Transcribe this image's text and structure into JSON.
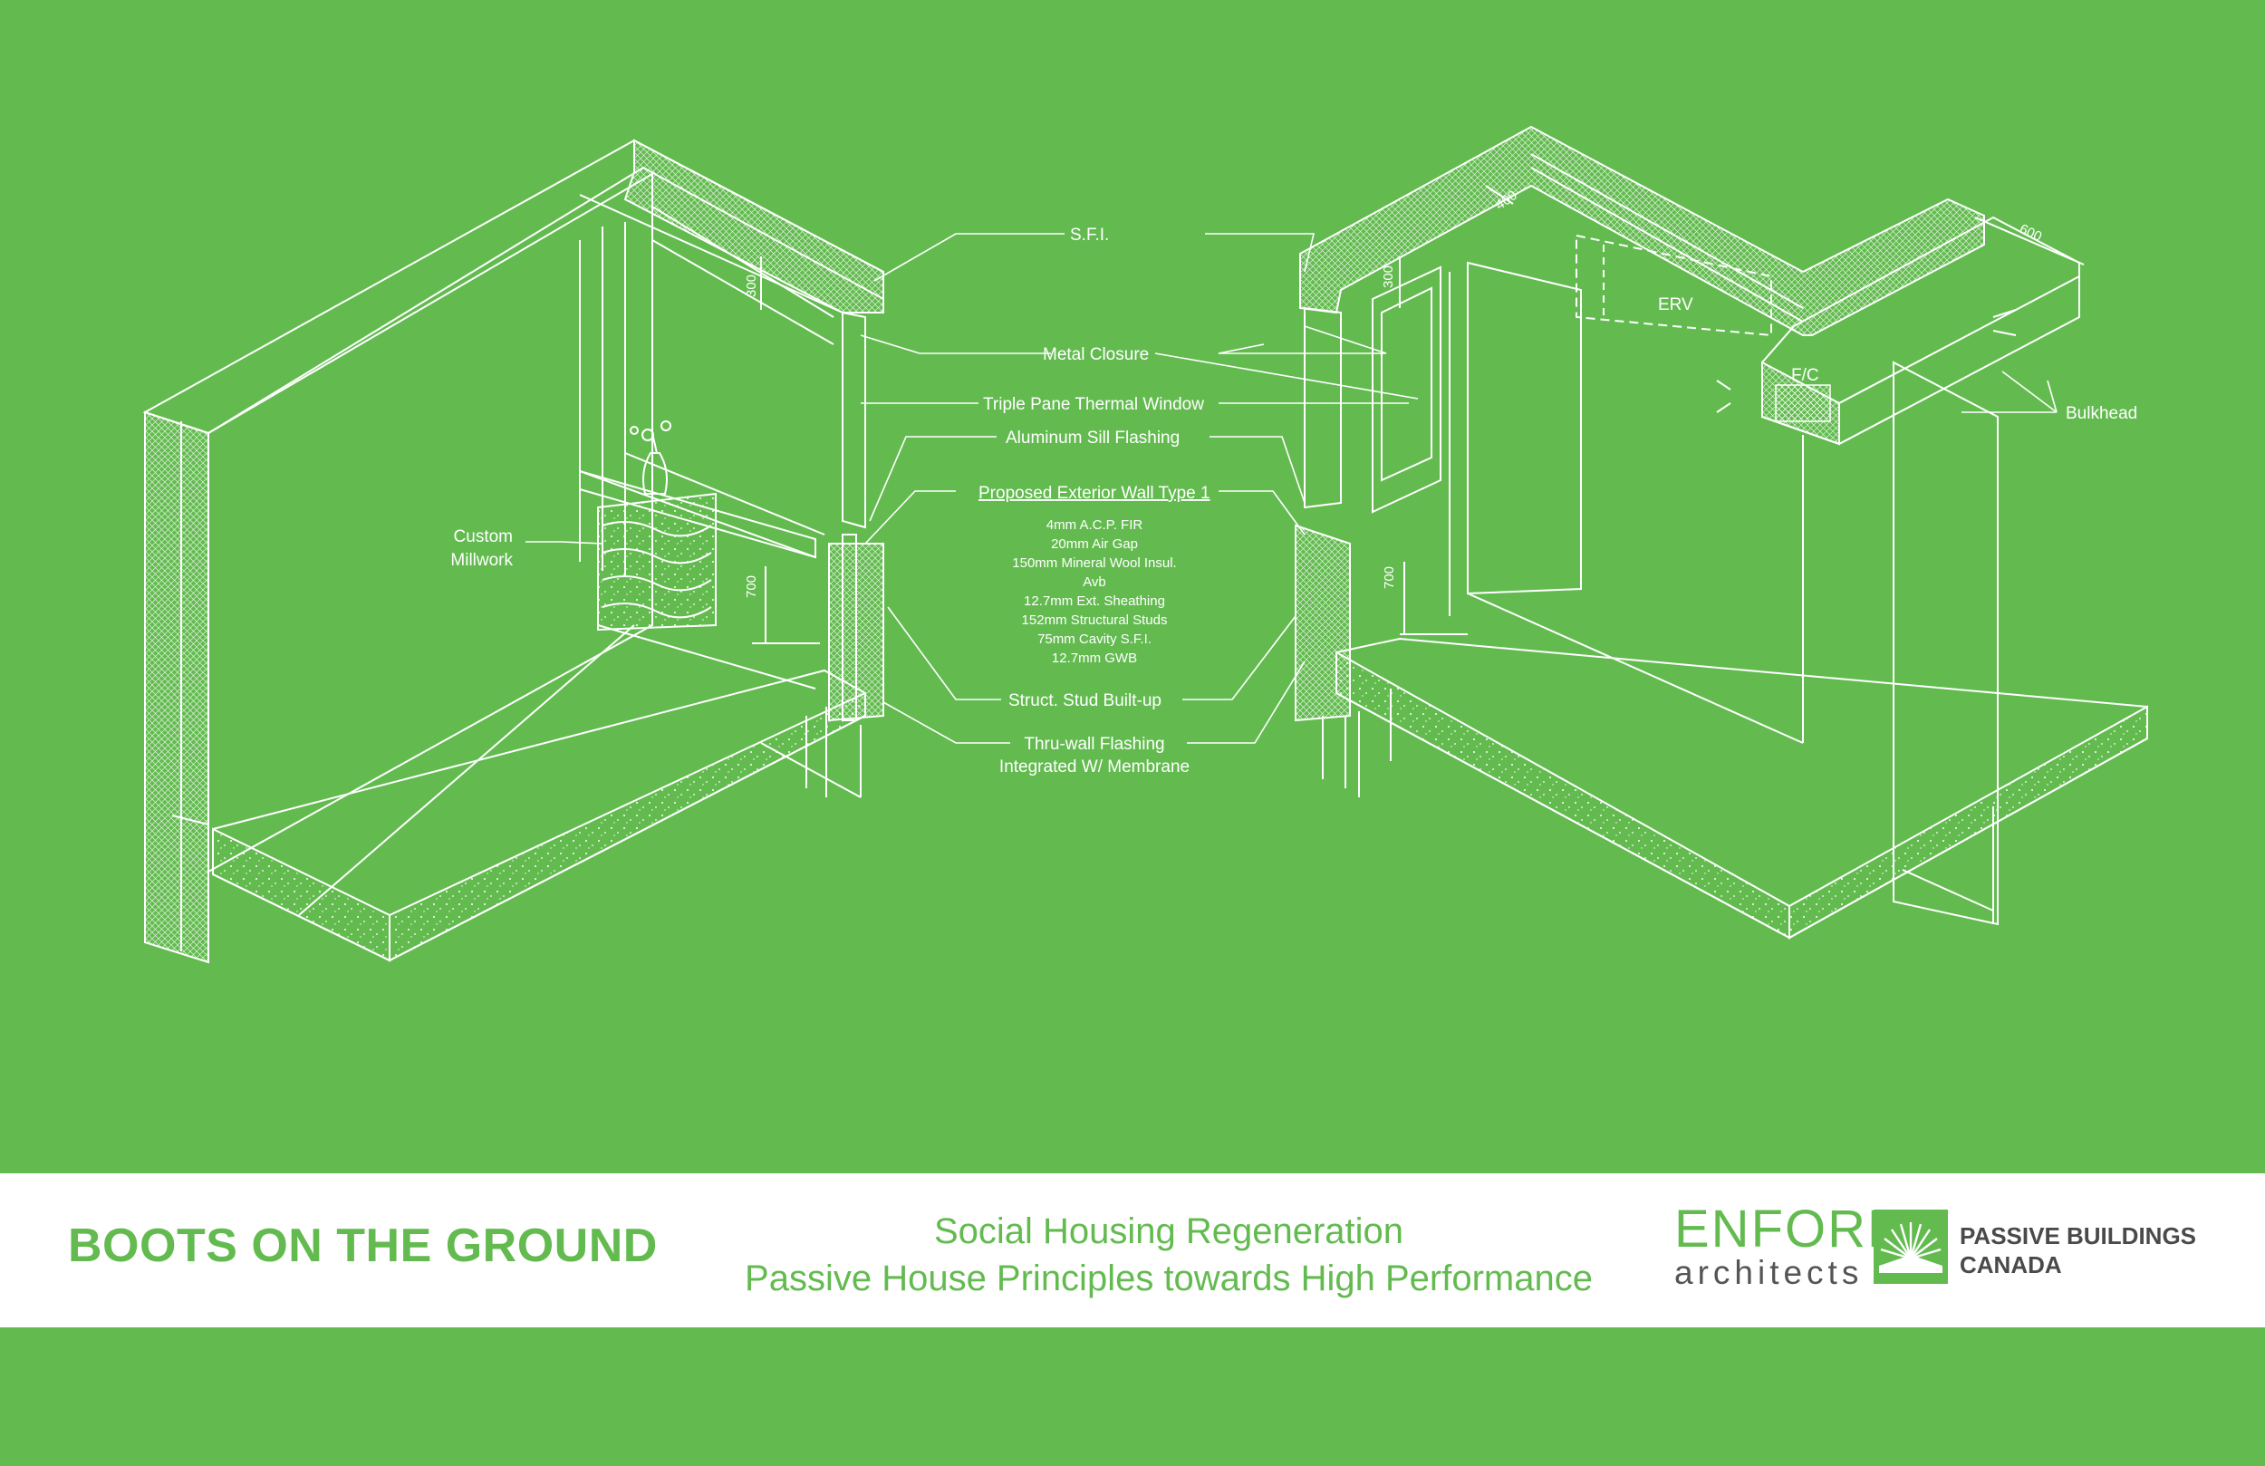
{
  "colors": {
    "background": "#63bb50",
    "linework": "#ffffff",
    "footer_bg": "#ffffff",
    "brand_green": "#63bb50",
    "dark_text": "#4a4a4a"
  },
  "labels": {
    "sfi": "S.F.I.",
    "metal_closure": "Metal Closure",
    "triple_pane": "Triple Pane Thermal Window",
    "sill_flashing": "Aluminum Sill Flashing",
    "wall_type_title": "Proposed Exterior Wall Type 1",
    "wall_layers": [
      "4mm A.C.P. FIR",
      "20mm Air Gap",
      "150mm Mineral Wool Insul.",
      "Avb",
      "12.7mm Ext. Sheathing",
      "152mm Structural Studs",
      "75mm Cavity S.F.I.",
      "12.7mm GWB"
    ],
    "stud_builtup": "Struct. Stud Built-up",
    "thru_wall_1": "Thru-wall Flashing",
    "thru_wall_2": "Integrated W/ Membrane",
    "custom_1": "Custom",
    "custom_2": "Millwork",
    "erv": "ERV",
    "fc": "F/C",
    "bulkhead": "Bulkhead"
  },
  "dimensions": {
    "left_300": "300",
    "left_700": "700",
    "right_300": "300",
    "right_700": "700",
    "right_400": "400",
    "right_600": "600"
  },
  "footer": {
    "title": "BOOTS ON THE GROUND",
    "subtitle_line1": "Social Housing Regeneration",
    "subtitle_line2": "Passive House Principles towards High Performance",
    "enform_word": "ENFORM",
    "enform_sub": "architects",
    "pbc_line1": "PASSIVE BUILDINGS",
    "pbc_line2": "CANADA"
  },
  "icons": {
    "pbc_logo": "sunburst-icon"
  }
}
